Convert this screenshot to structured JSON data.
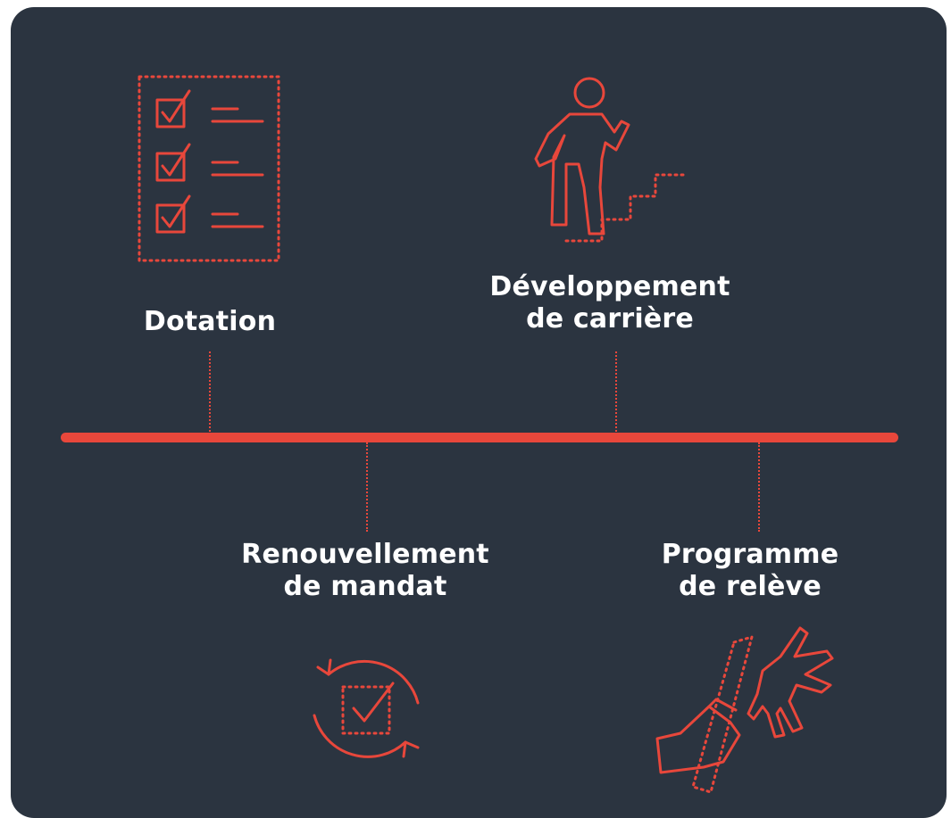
{
  "colors": {
    "background": "#2b3440",
    "accent": "#e8473b",
    "text": "#ffffff"
  },
  "milestones": [
    {
      "lines": [
        "Dotation"
      ],
      "icon": "checklist-icon",
      "position": "above"
    },
    {
      "lines": [
        "Développement",
        "de carrière"
      ],
      "icon": "climbing-stairs-icon",
      "position": "above"
    },
    {
      "lines": [
        "Renouvellement",
        "de mandat"
      ],
      "icon": "renewal-cycle-icon",
      "position": "below"
    },
    {
      "lines": [
        "Programme",
        "de relève"
      ],
      "icon": "baton-handoff-icon",
      "position": "below"
    }
  ]
}
